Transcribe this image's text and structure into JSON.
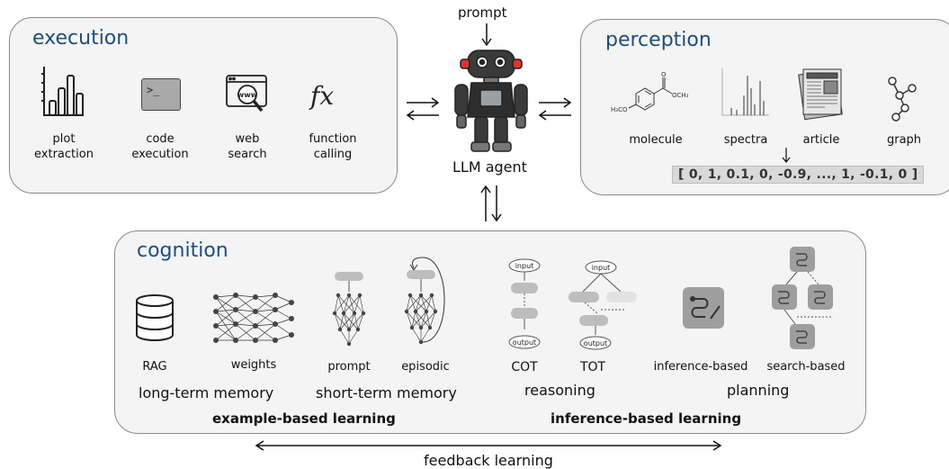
{
  "top": {
    "prompt": "prompt",
    "agent": "LLM agent"
  },
  "execution": {
    "title": "execution",
    "items": [
      {
        "line1": "plot",
        "line2": "extraction",
        "icon": "bar-chart-icon"
      },
      {
        "line1": "code",
        "line2": "execution",
        "icon": "terminal-icon"
      },
      {
        "line1": "web",
        "line2": "search",
        "icon": "web-search-icon"
      },
      {
        "line1": "function",
        "line2": "calling",
        "icon": "function-icon"
      }
    ],
    "fx_glyph": "fx",
    "www_glyph": "www",
    "terminal_glyph": ">_"
  },
  "perception": {
    "title": "perception",
    "items": [
      "molecule",
      "spectra",
      "article",
      "graph"
    ],
    "molecule_labels": {
      "left": "H₃CO",
      "right": "OCH₃",
      "top": "O"
    },
    "vector": "[ 0, 1, 0.1, 0, -0.9, ..., 1, -0.1, 0 ]"
  },
  "cognition": {
    "title": "cognition",
    "rag": "RAG",
    "weights": "weights",
    "prompt": "prompt",
    "episodic": "episodic",
    "long_term": "long-term memory",
    "short_term": "short-term memory",
    "cot": "COT",
    "tot": "TOT",
    "input": "input",
    "output": "output",
    "reasoning": "reasoning",
    "inference_based": "inference-based",
    "search_based": "search-based",
    "planning": "planning",
    "example_learning": "example-based learning",
    "inference_learning": "inference-based learning"
  },
  "feedback": "feedback learning"
}
